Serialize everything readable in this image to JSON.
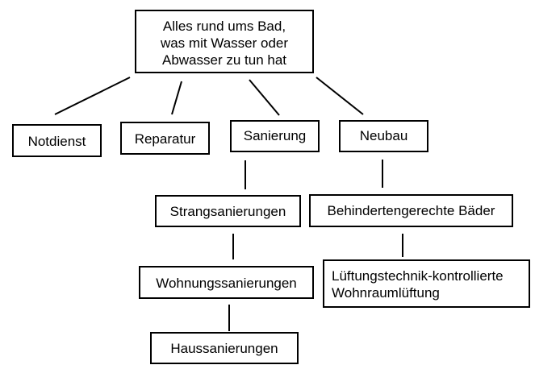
{
  "diagram": {
    "root": "Alles rund ums Bad,\nwas mit Wasser oder\nAbwasser zu tun hat",
    "notdienst": "Notdienst",
    "reparatur": "Reparatur",
    "sanierung": "Sanierung",
    "neubau": "Neubau",
    "strangsanierungen": "Strangsanierungen",
    "wohnungssanierungen": "Wohnungssanierungen",
    "haussanierungen": "Haussanierungen",
    "behindertengerechte_baeder": "Behindertengerechte Bäder",
    "lueftungstechnik": "Lüftungstechnik-kontrollierte\nWohnraumlüftung"
  },
  "colors": {
    "stroke": "#000000",
    "background": "#ffffff"
  }
}
